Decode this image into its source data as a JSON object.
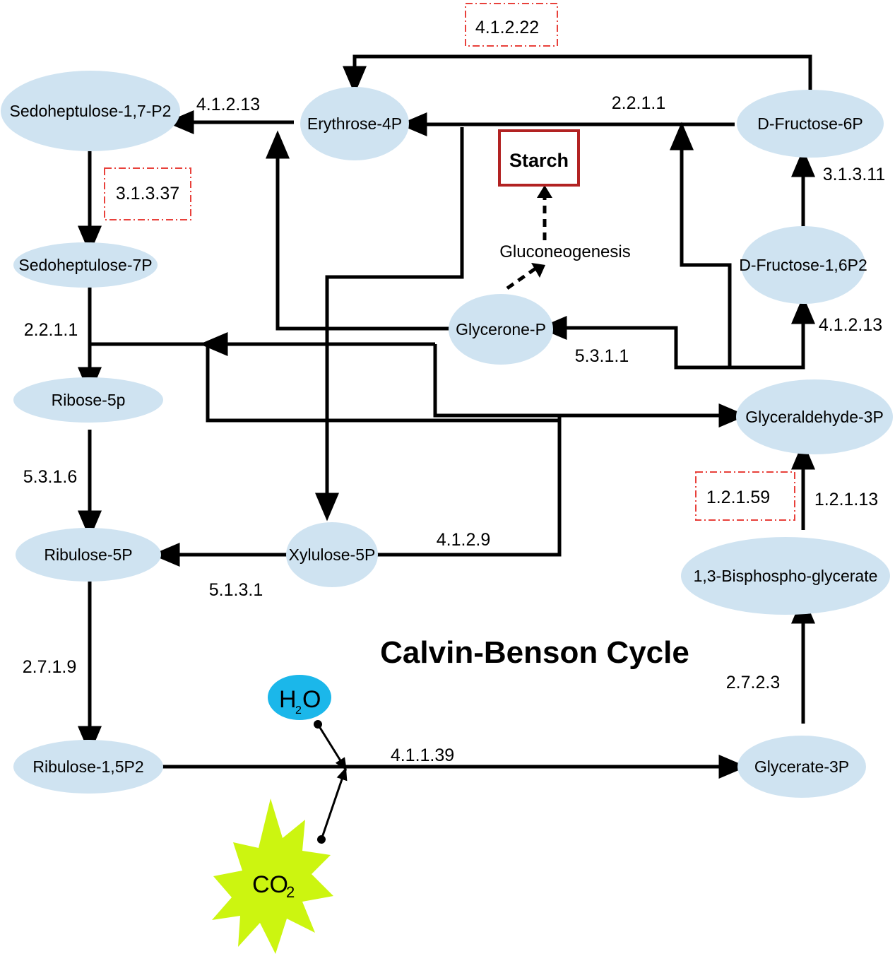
{
  "metabolites": {
    "sedoheptulose_17p2": "Sedoheptulose-1,7-P2",
    "erythrose_4p": "Erythrose-4P",
    "d_fructose_6p": "D-Fructose-6P",
    "sedoheptulose_7p": "Sedoheptulose-7P",
    "d_fructose_16p2": "D-Fructose-1,6P2",
    "glycerone_p": "Glycerone-P",
    "ribose_5p": "Ribose-5p",
    "glyceraldehyde_3p": "Glyceraldehyde-3P",
    "ribulose_5p": "Ribulose-5P",
    "xylulose_5p": "Xylulose-5P",
    "bisphosphoglycerate": "1,3-Bisphospho-glycerate",
    "ribulose_15p2": "Ribulose-1,5P2",
    "glycerate_3p": "Glycerate-3P"
  },
  "enzymes": {
    "e_4_1_2_13_top": "4.1.2.13",
    "e_2_2_1_1_top": "2.2.1.1",
    "e_3_1_3_11": "3.1.3.11",
    "e_2_2_1_1_left": "2.2.1.1",
    "e_4_1_2_13_right": "4.1.2.13",
    "e_5_3_1_1": "5.3.1.1",
    "e_5_3_1_6": "5.3.1.6",
    "e_1_2_1_13": "1.2.1.13",
    "e_4_1_2_9": "4.1.2.9",
    "e_5_1_3_1": "5.1.3.1",
    "e_2_7_1_9": "2.7.1.9",
    "e_2_7_2_3": "2.7.2.3",
    "e_4_1_1_39": "4.1.1.39"
  },
  "highlighted_enzymes": {
    "e_4_1_2_22": "4.1.2.22",
    "e_3_1_3_37": "3.1.3.37",
    "e_1_2_1_59": "1.2.1.59"
  },
  "starch": "Starch",
  "gluconeogenesis": "Gluconeogenesis",
  "title": "Calvin-Benson Cycle",
  "water": {
    "main": "H",
    "sub": "2",
    "tail": "O"
  },
  "carbon_dioxide": {
    "main": "CO",
    "sub": "2"
  },
  "colors": {
    "node_fill": "#cfe3f1",
    "highlight_border": "#e8413b",
    "starch_border": "#b22222",
    "water_fill": "#1bb7ea",
    "co2_fill": "#ccf510"
  }
}
